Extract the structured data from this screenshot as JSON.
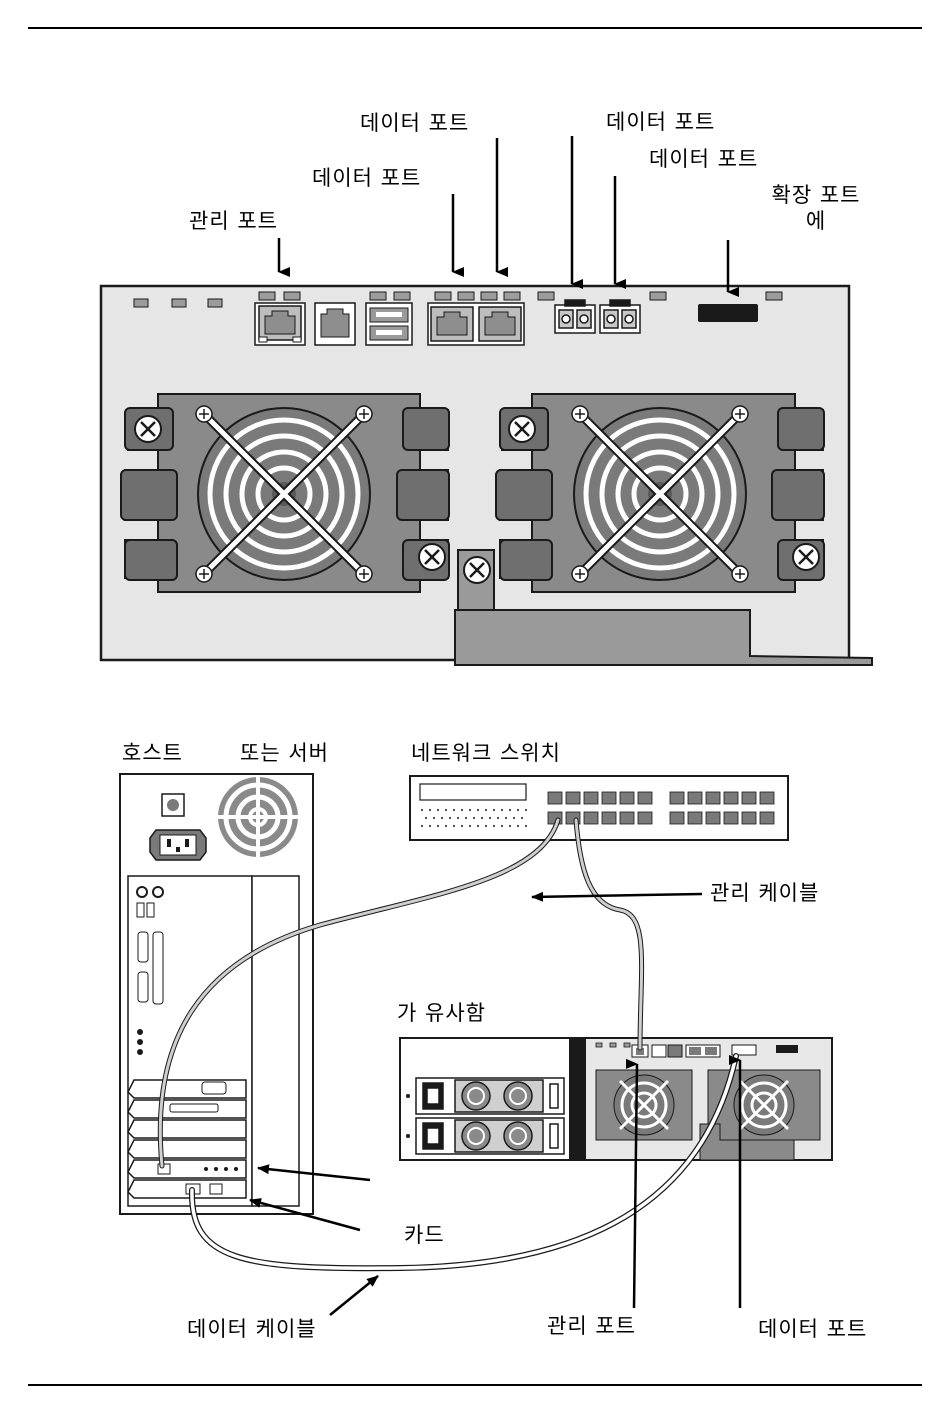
{
  "top_diagram": {
    "labels": {
      "mgmt_port": "관리 포트",
      "data_port_1": "데이터 포트",
      "data_port_2": "데이터 포트",
      "data_port_3": "데이터 포트",
      "data_port_4": "데이터 포트",
      "expansion_port_line1": "확장 포트",
      "expansion_port_line2": "에"
    }
  },
  "bottom_diagram": {
    "labels": {
      "host": "호스트",
      "or_server": "또는 서버",
      "network_switch": "네트워크 스위치",
      "mgmt_cable": "관리 케이블",
      "enclosure": "가 유사함",
      "card": "카드",
      "data_cable": "데이터 케이블",
      "mgmt_port": "관리 포트",
      "data_port": "데이터 포트"
    }
  },
  "colors": {
    "chassis": "#dcdcdc",
    "fan_plate": "#8a8a8a",
    "fan_ring": "#6e6e6e",
    "dark": "#1a1a1a",
    "port": "#bdbdbd"
  }
}
